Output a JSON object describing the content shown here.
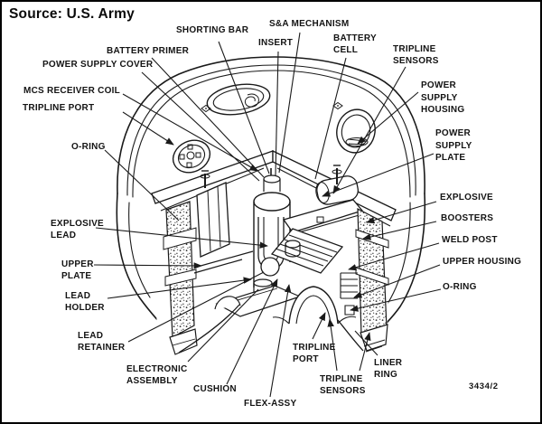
{
  "source_label": "Source: U.S. Army",
  "figure_number": "3434/2",
  "colors": {
    "ink": "#1a1a1a",
    "paper": "#ffffff"
  },
  "labels": {
    "shorting_bar": "SHORTING BAR",
    "sa_mechanism": "S&A MECHANISM",
    "insert": "INSERT",
    "battery_cell": "BATTERY\nCELL",
    "tripline_sensors_top": "TRIPLINE\nSENSORS",
    "battery_primer": "BATTERY PRIMER",
    "power_supply_cover": "POWER SUPPLY COVER",
    "mcs_receiver_coil": "MCS RECEIVER COIL",
    "tripline_port_left": "TRIPLINE PORT",
    "o_ring_left": "O-RING",
    "power_supply_housing": "POWER\nSUPPLY\nHOUSING",
    "power_supply_plate": "POWER\nSUPPLY\nPLATE",
    "explosive": "EXPLOSIVE",
    "boosters": "BOOSTERS",
    "weld_post": "WELD POST",
    "upper_housing": "UPPER HOUSING",
    "o_ring_right": "O-RING",
    "explosive_lead": "EXPLOSIVE\nLEAD",
    "upper_plate": "UPPER\nPLATE",
    "lead_holder": "LEAD\nHOLDER",
    "lead_retainer": "LEAD\nRETAINER",
    "electronic_assembly": "ELECTRONIC\nASSEMBLY",
    "cushion": "CUSHION",
    "flex_assy": "FLEX-ASSY",
    "tripline_port_bottom": "TRIPLINE\nPORT",
    "tripline_sensors_bottom": "TRIPLINE\nSENSORS",
    "liner_ring": "LINER\nRING"
  }
}
